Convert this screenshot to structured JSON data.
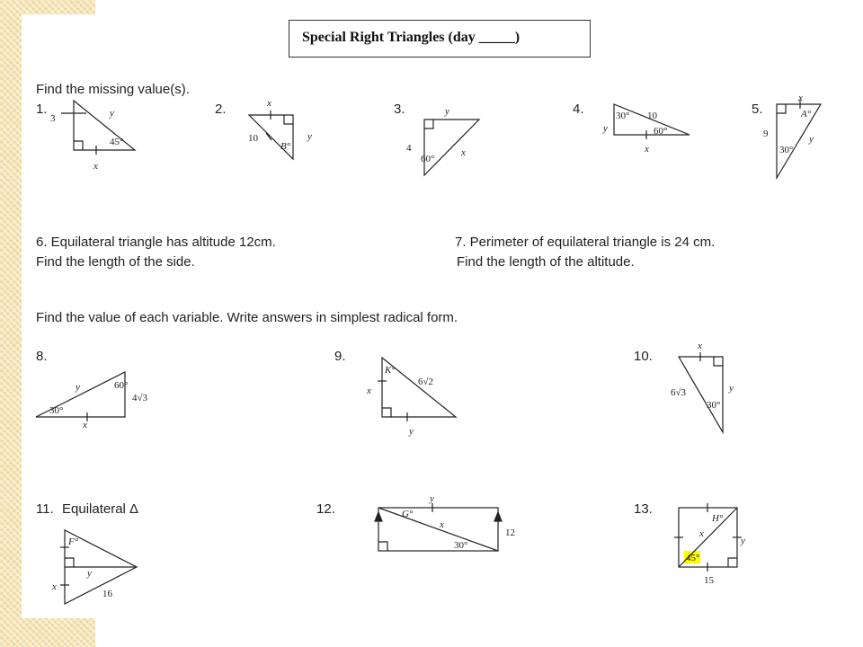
{
  "title": "Special Right Triangles (day _____)",
  "section1": "Find the missing value(s).",
  "section2": "Find the value of each variable. Write answers in simplest radical form.",
  "p1": {
    "num": "1.",
    "a": "3",
    "b": "y",
    "c": "45°",
    "d": "x"
  },
  "p2": {
    "num": "2.",
    "a": "x",
    "b": "10",
    "c": "B°",
    "d": "y"
  },
  "p3": {
    "num": "3.",
    "a": "y",
    "b": "4",
    "c": "60°",
    "d": "x"
  },
  "p4": {
    "num": "4.",
    "a": "30°",
    "b": "10",
    "c": "60°",
    "d": "y",
    "e": "x"
  },
  "p5": {
    "num": "5.",
    "a": "x",
    "b": "A°",
    "c": "9",
    "d": "30°",
    "e": "y"
  },
  "p6": {
    "line1": "6.  Equilateral triangle has altitude 12cm.",
    "line2": "Find the length of the side."
  },
  "p7": {
    "line1": "7.  Perimeter of equilateral triangle is 24 cm.",
    "line2": "Find the length of the altitude."
  },
  "p8": {
    "num": "8.",
    "a": "y",
    "b": "60°",
    "c": "4√3",
    "d": "30°",
    "e": "x"
  },
  "p9": {
    "num": "9.",
    "a": "K°",
    "b": "6√2",
    "c": "x",
    "d": "y"
  },
  "p10": {
    "num": "10.",
    "a": "x",
    "b": "6√3",
    "c": "y",
    "d": "30°"
  },
  "p11": {
    "num": "11.",
    "label": "Equilateral  Δ",
    "a": "F°",
    "b": "y",
    "c": "x",
    "d": "16"
  },
  "p12": {
    "num": "12.",
    "a": "y",
    "b": "G°",
    "c": "x",
    "d": "12",
    "e": "30°"
  },
  "p13": {
    "num": "13.",
    "a": "H°",
    "b": "x",
    "c": "y",
    "d": "45°",
    "e": "15"
  },
  "colors": {
    "highlight": "#ffff00",
    "sidebar": "#f5e4b4"
  }
}
